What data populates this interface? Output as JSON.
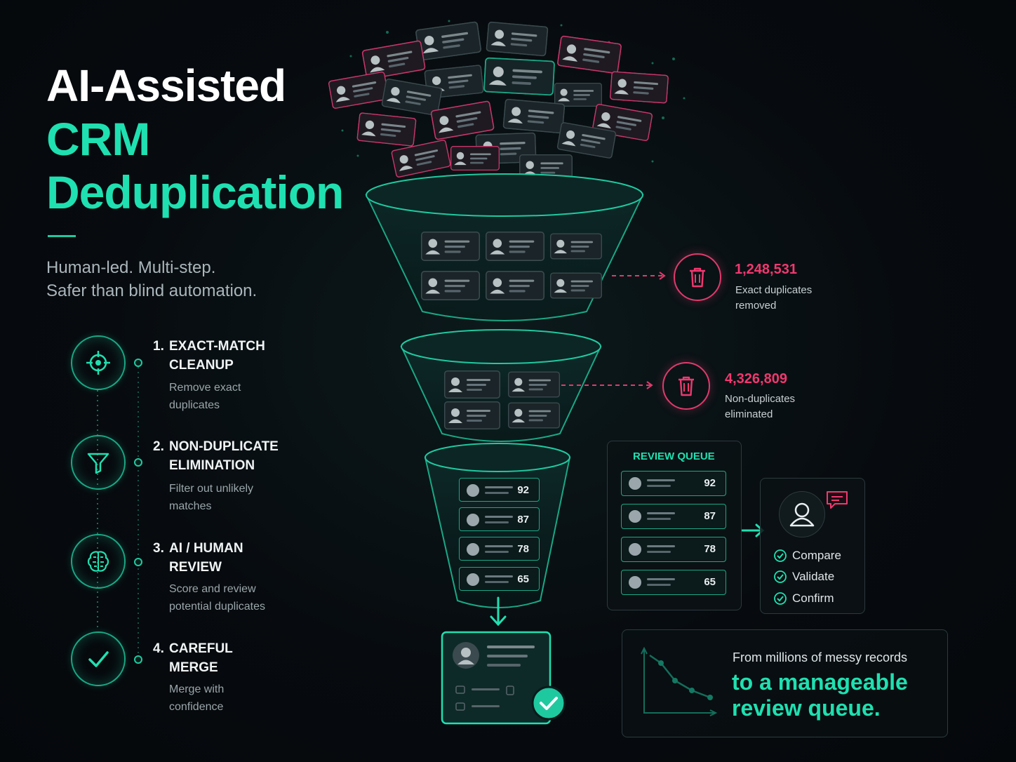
{
  "header": {
    "title_line1": "AI-Assisted",
    "title_line2": "CRM",
    "title_line3": "Deduplication",
    "subtitle_line1": "Human-led. Multi-step.",
    "subtitle_line2": "Safer than blind automation."
  },
  "steps": [
    {
      "number": "1.",
      "title": "EXACT-MATCH CLEANUP",
      "desc": "Remove exact duplicates",
      "icon": "target-icon"
    },
    {
      "number": "2.",
      "title": "NON-DUPLICATE ELIMINATION",
      "desc": "Filter out unlikely matches",
      "icon": "filter-icon"
    },
    {
      "number": "3.",
      "title": "AI / HUMAN REVIEW",
      "desc": "Score and review potential duplicates",
      "icon": "brain-icon"
    },
    {
      "number": "4.",
      "title": "CAREFUL MERGE",
      "desc": "Merge with confidence",
      "icon": "checkmark-icon"
    }
  ],
  "stats": [
    {
      "value": "1,248,531",
      "label": "Exact duplicates removed",
      "icon": "trash-icon"
    },
    {
      "value": "4,326,809",
      "label": "Non-duplicates eliminated",
      "icon": "trash-icon"
    }
  ],
  "funnel_scores": [
    "92",
    "87",
    "78",
    "65"
  ],
  "review_queue": {
    "title": "REVIEW QUEUE",
    "scores": [
      "92",
      "87",
      "78",
      "65"
    ]
  },
  "reviewer": {
    "icon": "user-icon",
    "badge_icon": "chat-icon",
    "actions": [
      "Compare",
      "Validate",
      "Confirm"
    ]
  },
  "summary": {
    "line1": "From millions of messy records",
    "line2": "to a manageable",
    "line3": "review queue."
  },
  "colors": {
    "accent": "#1fe0b0",
    "alert": "#f0386f",
    "background": "#06090d"
  }
}
